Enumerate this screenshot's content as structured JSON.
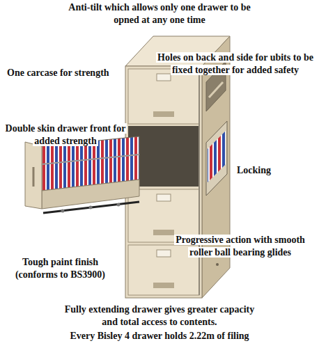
{
  "diagram": {
    "labels": [
      "Anti-tilt which allows only one drawer to be opned at any one time",
      "One carcase for strength",
      "Holes on back and side for ubits to be fixed together for added safety",
      "Double skin drawer front for added strength",
      "Locking",
      "Progressive action with smooth roller ball bearing glides",
      "Tough paint finish (conforms to BS3900)",
      "Fully extending drawer gives greater capacity and total access to contents.",
      "Every Bisley 4 drawer holds 2.22m of filing"
    ]
  }
}
